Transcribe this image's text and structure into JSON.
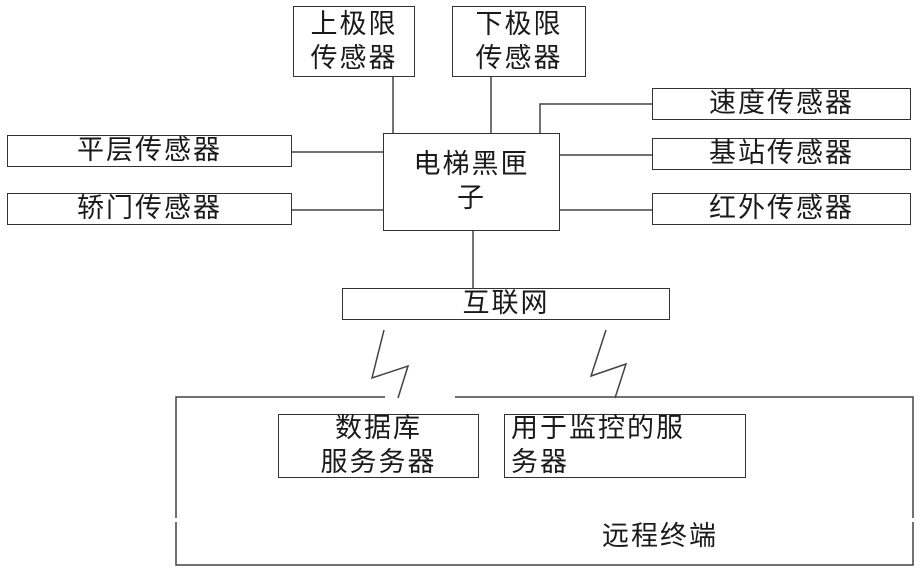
{
  "diagram": {
    "center_box": "电梯黑匣\n子",
    "sensors": {
      "upper_limit": "上极限\n传感器",
      "lower_limit": "下极限\n传感器",
      "speed": "速度传感器",
      "leveling": "平层传感器",
      "base_station": "基站传感器",
      "car_door": "轿门传感器",
      "infrared": "红外传感器"
    },
    "internet": "互联网",
    "database_server": "数据库\n服务务器",
    "monitor_server": "用于监控的服\n务器",
    "remote_terminal": "远程终端"
  }
}
